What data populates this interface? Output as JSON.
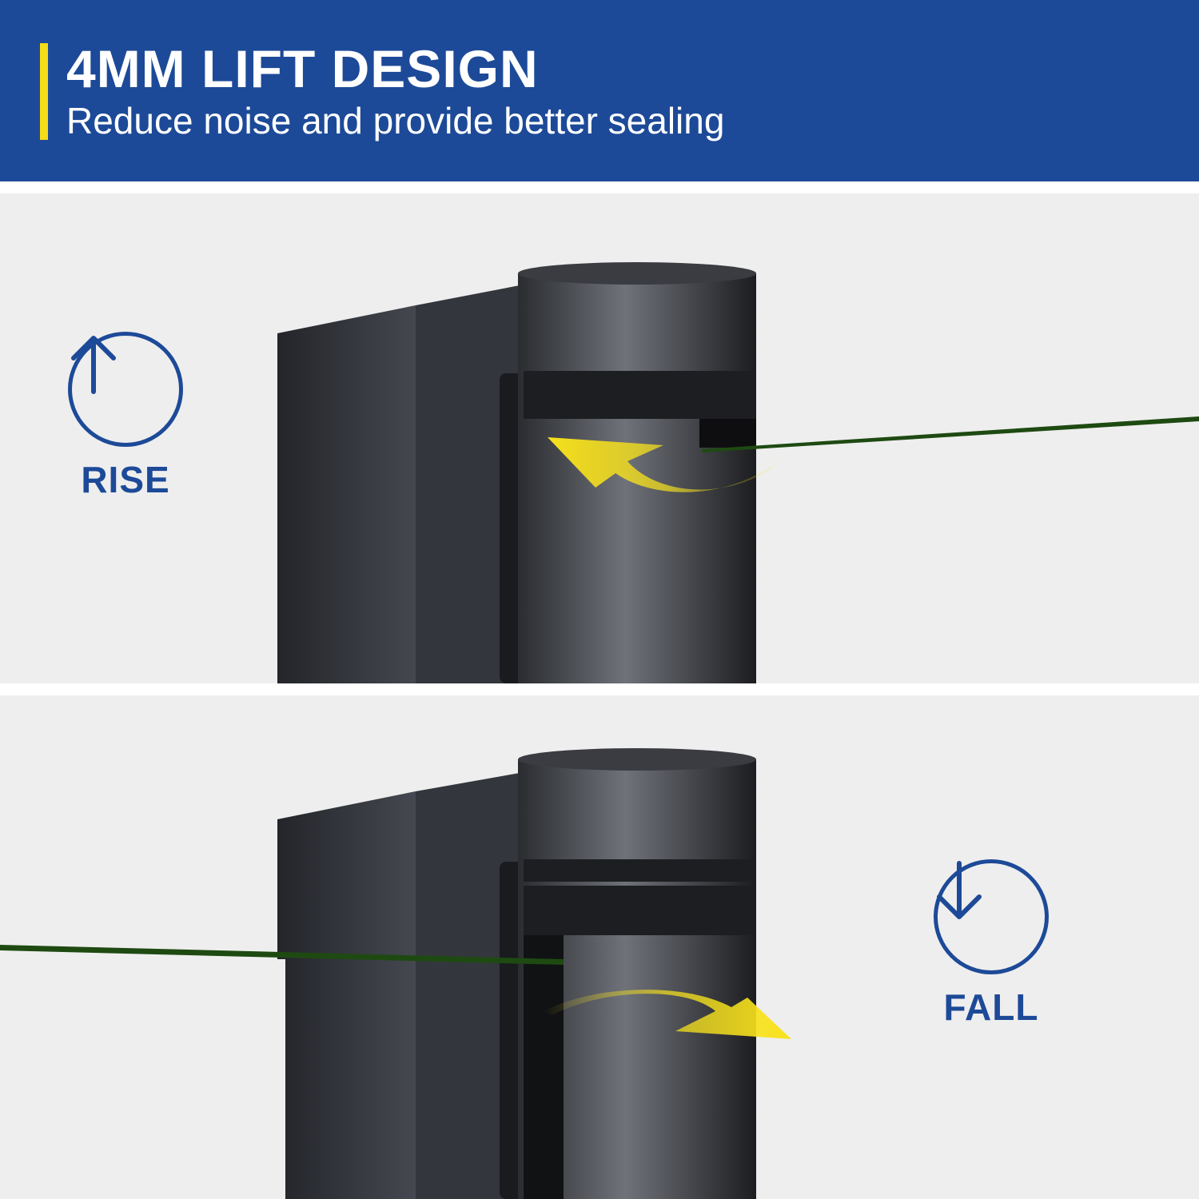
{
  "header": {
    "title": "4MM LIFT DESIGN",
    "subtitle": "Reduce noise and provide better sealing"
  },
  "panels": [
    {
      "label": "RISE",
      "icon": "arrow-up-icon"
    },
    {
      "label": "FALL",
      "icon": "arrow-down-icon"
    }
  ],
  "colors": {
    "brand_blue": "#1d4a98",
    "accent_yellow": "#f5dc17",
    "background": "#eeeeee",
    "glass_green": "#1e4a12"
  }
}
